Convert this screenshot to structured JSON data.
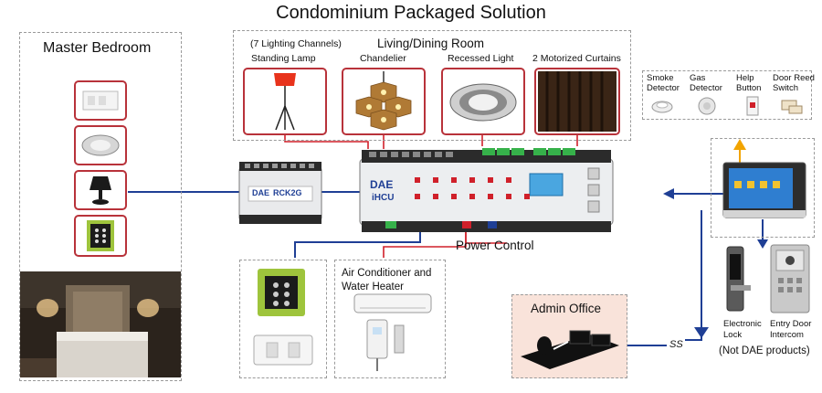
{
  "title": "Condominium Packaged Solution",
  "master_bedroom": {
    "label": "Master Bedroom"
  },
  "living_room": {
    "label": "Living/Dining Room",
    "channels_note": "(7 Lighting Channels)",
    "devices": [
      "Standing Lamp",
      "Chandelier",
      "Recessed Light",
      "2 Motorized Curtains"
    ]
  },
  "sensors": {
    "smoke": [
      "Smoke",
      "Detector"
    ],
    "gas": [
      "Gas",
      "Detector"
    ],
    "help": [
      "Help",
      "Button"
    ],
    "door": [
      "Door Reed",
      "Switch"
    ]
  },
  "controller": {
    "brand": "DAE",
    "model": "iHCU"
  },
  "room_controller": {
    "brand": "DAE",
    "model": "RCK2G"
  },
  "power_control": "Power Control",
  "air_conditioner": [
    "Air Conditioner and",
    "Water Heater"
  ],
  "admin_office": "Admin Office",
  "ss_label": "SS",
  "electronic_lock": [
    "Electronic",
    "Lock"
  ],
  "entry_intercom": [
    "Entry Door",
    "Intercom"
  ],
  "not_dae": "(Not DAE products)",
  "colors": {
    "frame_red": "#b8323a",
    "bus_blue": "#1f3f95",
    "power_red": "#d0202a",
    "alarm_orange": "#f2a400",
    "panel_green": "#9ec43c",
    "admin_bg": "#f9e3da"
  }
}
